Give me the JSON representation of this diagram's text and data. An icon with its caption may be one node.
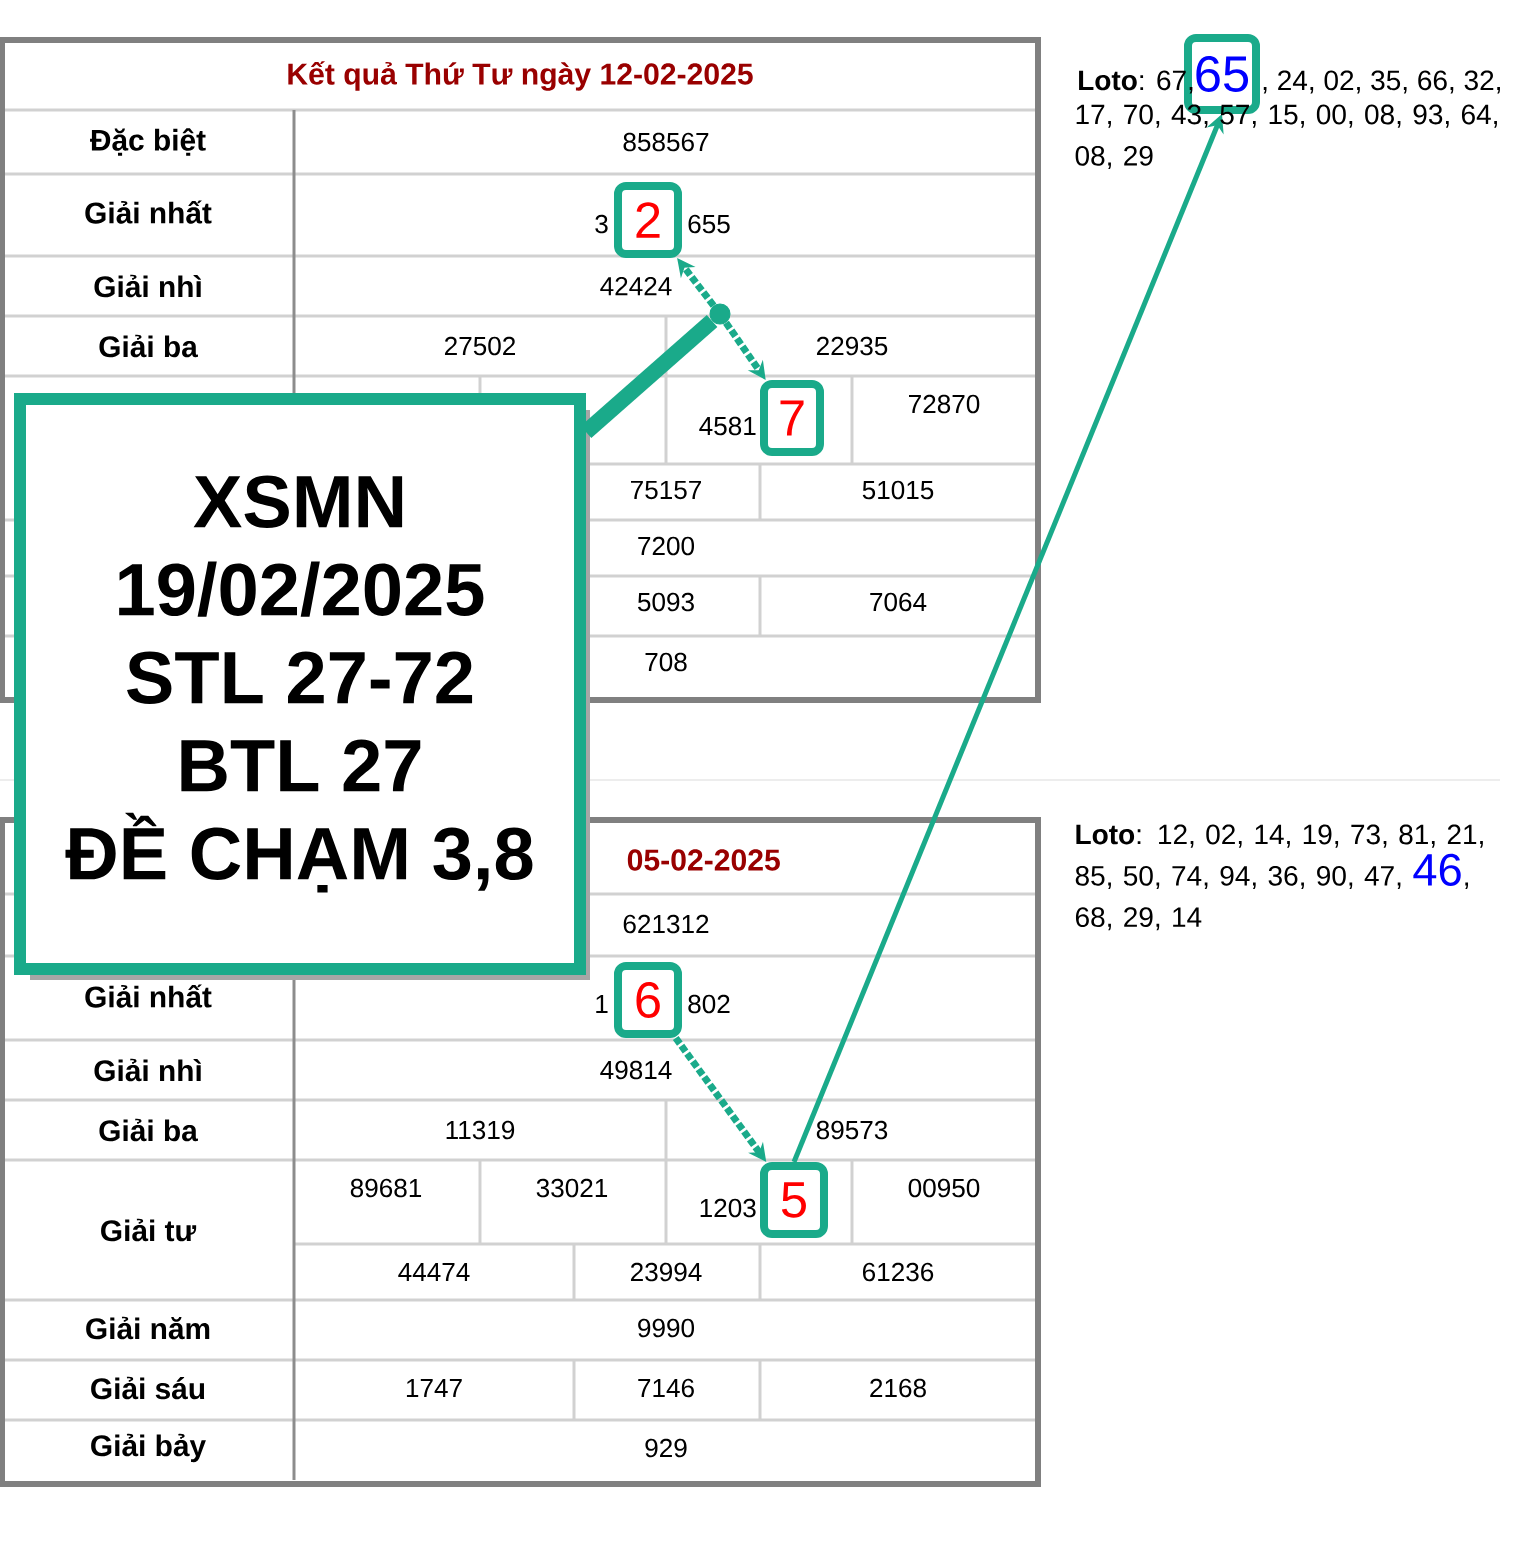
{
  "diagram": {
    "nodes": [
      {
        "text": [
          "65"
        ]
      },
      {
        "text": [
          "2"
        ]
      },
      {
        "text": [],
        "shape": "circle"
      },
      {
        "text": [
          "7"
        ]
      },
      {
        "text": [
          "XSMN",
          "19/02/2025",
          "STL 27-72",
          "BTL 27",
          "ĐỀ CHẠM 3,8"
        ]
      },
      {
        "text": [
          "6"
        ]
      },
      {
        "text": [
          "5"
        ]
      }
    ],
    "edges": [
      {
        "from": 4,
        "to": 2,
        "arrow": "none",
        "style": "thick"
      },
      {
        "from": 2,
        "to": 1,
        "arrow": "to",
        "style": "dashed"
      },
      {
        "from": 2,
        "to": 3,
        "arrow": "to",
        "style": "dashed"
      },
      {
        "from": 5,
        "to": 6,
        "arrow": "to",
        "style": "dashed"
      },
      {
        "from": 6,
        "to": 0,
        "arrow": "to"
      }
    ],
    "labels": [
      "Kết quả Thứ Tư ngày 12-02-2025",
      "Đặc biệt",
      "858567",
      "Giải nhất",
      "3",
      "655",
      "Giải nhì",
      "42424",
      "Giải ba",
      "27502",
      "22935",
      "4581",
      "72870",
      "75157",
      "51015",
      "7200",
      "5093",
      "7064",
      "708",
      "**Loto**: 67,",
      ", 24, 02, 35, 66, 32,",
      "17, 70, 43, 57, 15, 00, 08, 93, 64, 08, 29",
      "05-02-2025",
      "621312",
      "Giải nhất",
      "1",
      "802",
      "Giải nhì",
      "49814",
      "Giải ba",
      "11319",
      "89573",
      "Giải tư",
      "89681",
      "33021",
      "1203",
      "00950",
      "44474",
      "23994",
      "61236",
      "Giải năm",
      "9990",
      "Giải sáu",
      "1747",
      "7146",
      "2168",
      "Giải bảy",
      "929",
      "**Loto**: 12, 02, 14, 19, 73, 81, 21, 85, 50, 74, 94, 36, 90, 47,",
      "46",
      ", 68, 29, 14"
    ]
  }
}
